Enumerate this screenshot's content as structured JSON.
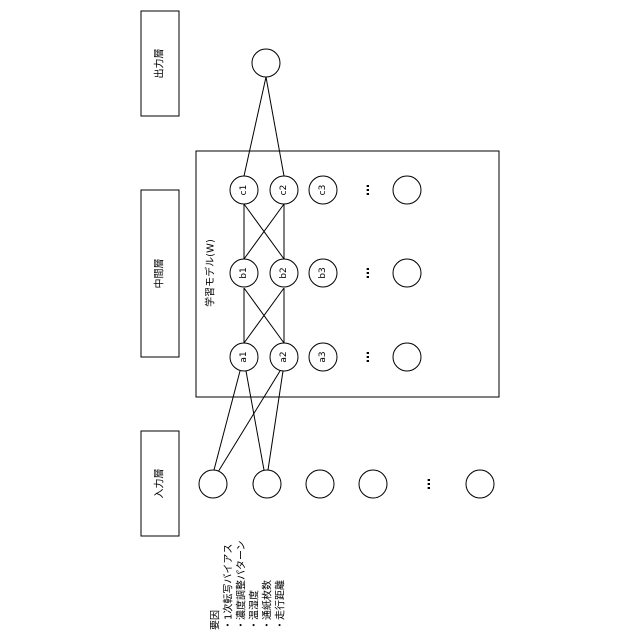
{
  "layers": {
    "output": "出力層",
    "middle": "中間層",
    "input": "入力層"
  },
  "model_label": "学習モデル(W)",
  "nodes": {
    "c1": "c1",
    "c2": "c2",
    "c3": "c3",
    "b1": "b1",
    "b2": "b2",
    "b3": "b3",
    "a1": "a1",
    "a2": "a2",
    "a3": "a3"
  },
  "ellipsis": "…",
  "factors": {
    "title": "要因",
    "items": [
      "・1次転写バイアス",
      "・濃度調整パターン",
      "・温湿度",
      "・通紙枚数",
      "・走行距離"
    ]
  }
}
